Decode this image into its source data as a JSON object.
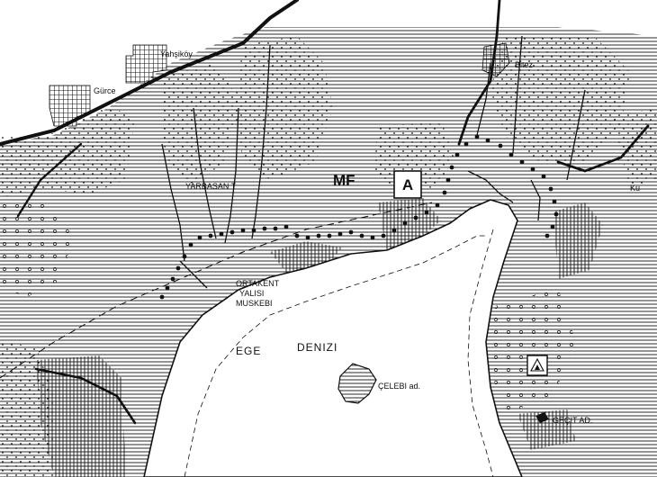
{
  "labels": {
    "yahsikoy": "Yahşiköy",
    "gurce": "Gürce",
    "bitez": "Bitez",
    "yarbasan": "YARBASAN T",
    "mf": "MF",
    "a_box": "A",
    "ku": "Kü",
    "ortakent_1": "ORTAKENT",
    "ortakent_2": "YALISI",
    "ortakent_3": "MUSKEBI",
    "ege": "EGE",
    "denizi": "DENIZI",
    "celebi": "ÇELEBI ad.",
    "gecit": "GEÇIT AD."
  },
  "colors": {
    "ink": "#111111",
    "paper": "#ffffff"
  },
  "icons": {
    "a_box": "boxed-letter-a",
    "camp": "tent-triangle-box"
  }
}
